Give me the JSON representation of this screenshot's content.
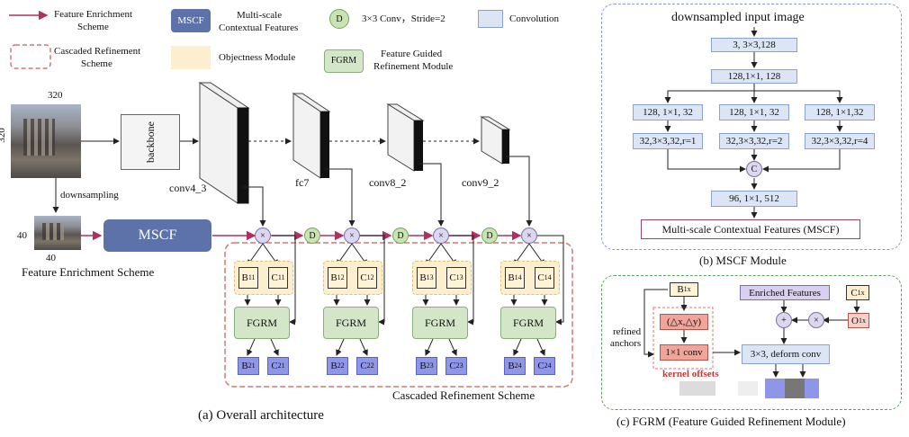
{
  "legend": {
    "feature_enrichment_line1": "Feature Enrichment",
    "feature_enrichment_line2": "Scheme",
    "cascaded_line1": "Cascaded Refinement",
    "cascaded_line2": "Scheme",
    "mscf_box": "MSCF",
    "mscf_desc_line1": "Multi-scale",
    "mscf_desc_line2": "Contextual Features",
    "objectness": "Objectness Module",
    "d_symbol": "D",
    "d_desc": "3×3 Conv，Stride=2",
    "convolution": "Convolution",
    "fgrm_box": "FGRM",
    "fgrm_desc_line1": "Feature Guided",
    "fgrm_desc_line2": "Refinement Module"
  },
  "panel_a": {
    "input_size_top": "320",
    "input_size_side": "320",
    "backbone": "backbone",
    "downsampling": "downsampling",
    "small_size_side": "40",
    "small_size_bottom": "40",
    "mscf": "MSCF",
    "fes_label": "Feature Enrichment Scheme",
    "layers": [
      "conv4_3",
      "fc7",
      "conv8_2",
      "conv9_2"
    ],
    "b_labels": [
      {
        "b": "B",
        "bs": "11",
        "c": "C",
        "cs": "11"
      },
      {
        "b": "B",
        "bs": "12",
        "c": "C",
        "cs": "12"
      },
      {
        "b": "B",
        "bs": "13",
        "c": "C",
        "cs": "13"
      },
      {
        "b": "B",
        "bs": "14",
        "c": "C",
        "cs": "14"
      }
    ],
    "out_labels": [
      {
        "b": "B",
        "bs": "21",
        "c": "C",
        "cs": "21"
      },
      {
        "b": "B",
        "bs": "22",
        "c": "C",
        "cs": "22"
      },
      {
        "b": "B",
        "bs": "23",
        "c": "C",
        "cs": "23"
      },
      {
        "b": "B",
        "bs": "24",
        "c": "C",
        "cs": "24"
      }
    ],
    "fgrm": "FGRM",
    "d": "D",
    "mult": "×",
    "crs_label": "Cascaded  Refinement Scheme",
    "caption": "(a) Overall architecture"
  },
  "panel_b": {
    "title": "downsampled input image",
    "row1": "3, 3×3,128",
    "row2": "128,1×1, 128",
    "branch_top": [
      "128, 1×1, 32",
      "128, 1×1, 32",
      "128, 1×1,32"
    ],
    "branch_bottom": [
      "32,3×3,32,r=1",
      "32,3×3,32,r=2",
      "32,3×3,32,r=4"
    ],
    "concat": "C",
    "row5": "96, 1×1, 512",
    "output": "Multi-scale Contextual Features (MSCF)",
    "caption": "(b) MSCF Module"
  },
  "panel_c": {
    "b1x": "B",
    "b1x_sub": "1x",
    "delta": "(△x,△y)",
    "conv1": "1×1 conv",
    "refined_line1": "refined",
    "refined_line2": "anchors",
    "kernel_offsets": "kernel offsets",
    "enriched": "Enriched Features",
    "c1x": "C",
    "c1x_sub": "1x",
    "o1x": "O",
    "o1x_sub": "1x",
    "plus": "+",
    "times": "×",
    "deform": "3×3, deform conv",
    "caption": "(c) FGRM (Feature Guided Refinement Module)"
  },
  "colors": {
    "enrichment_arrow": "#b03060",
    "cascaded_dash": "#d9776f",
    "mscf_fill": "#5c72a8",
    "objectness_fill": "#fbefcf",
    "conv_fill": "#dbe5f5",
    "fgrm_fill": "#d3e6c8",
    "panel_b_border": "#8a97c8",
    "panel_c_border": "#5aa05a"
  }
}
